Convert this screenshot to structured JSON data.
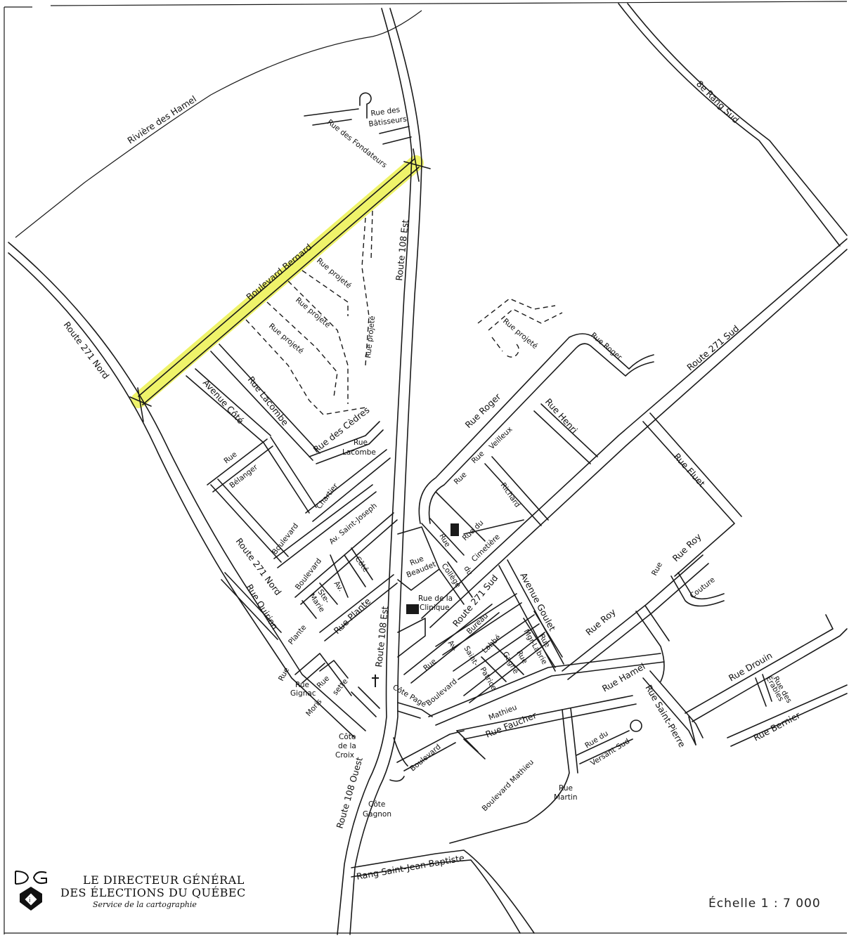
{
  "labels": {
    "riviere": "Rivière des Hamel",
    "rang8": "8e Rang Sud",
    "batisseurs1": "Rue des",
    "batisseurs2": "Bâtisseurs",
    "fondateurs": "Rue des Fondateurs",
    "route108est_top": "Route 108 Est",
    "boul_bernard": "Boulevard Bernard",
    "projete1": "Rue projeté",
    "projete2": "Rue projeté",
    "projete3": "Rue projeté",
    "projete4": "Rue projeté",
    "projete5": "Rue projeté",
    "route271nord_top": "Route 271 Nord",
    "avenue_cote": "Avenue Côté",
    "rue_lacombe": "Rue Lacombe",
    "rue_cedres": "Rue des Cèdres",
    "rue_lacombe2a": "Rue",
    "rue_lacombe2b": "Lacombe",
    "rue_roger_top": "Rue Roger",
    "route271sud_top": "Route 271 Sud",
    "rue_roger": "Rue Roger",
    "rue_henri": "Rue Henri",
    "rue_veilleux_a": "Rue",
    "rue_veilleux_b": "Veilleux",
    "rue_fluet": "Rue Fluet",
    "rue_belanger_a": "Rue",
    "rue_belanger_b": "Bélanger",
    "chartier": "Chartier",
    "av_st_joseph": "Av. Saint-Joseph",
    "rue_richard_a": "Rue",
    "rue_richard_b": "Richard",
    "rue_du": "Rue du",
    "rue_cim_a": "Rue",
    "cimetiere": "Cimetière",
    "du": "du",
    "boulevard1": "Boulevard",
    "boulevard2": "Boulevard",
    "cote": "Côté",
    "av": "Av.",
    "ste_marie_a": "Ste-",
    "ste_marie_b": "Marie",
    "route271nord_mid": "Route 271 Nord",
    "rue_quirion": "Rue Quirion",
    "plante": "Plante",
    "rue_plante": "Rue Plante",
    "rue_beaudet_a": "Rue",
    "rue_beaudet_b": "Beaudet",
    "college": "Collège",
    "rue_clinique_a": "Rue de la",
    "rue_clinique_b": "Clinique",
    "route108est_mid": "Route 108 Est",
    "route271sud_mid": "Route 271 Sud",
    "av_bureau_a": "Av.",
    "av_bureau_b": "Bureau",
    "avenue_goulet": "Avenue Goulet",
    "rue_roy_a": "Rue",
    "rue_roy_b": "Rue Roy",
    "couture": "Couture",
    "rue_roy_c": "Rue Roy",
    "rue_labbe": "Labbé",
    "saint": "Saint-",
    "patrice": "Patrice",
    "rue_mgr_a": "Rue",
    "rue_mgr_b": "Mgr-Labrie",
    "rue_gagne_a": "Rue",
    "rue_gagne_b": "Gagné",
    "rue_b": "Rue",
    "boulevard3": "Boulevard",
    "rue_hamel": "Rue Hamel",
    "rue_drouin": "Rue Drouin",
    "rue_erables_a": "Rue des",
    "rue_erables_b": "Érables",
    "rue_bernier": "Rue Bernier",
    "rue_st_pierre": "Rue Saint-Pierre",
    "rue_gignac_a": "Rue",
    "rue_gignac_b": "Gignac",
    "rue_c": "Rue",
    "rue_d": "Rue",
    "morissette_a": "Moris",
    "morissette_b": "sette",
    "cote_page": "Côte Pagé",
    "mathieu": "Mathieu",
    "rue_faucher": "Rue Faucher",
    "rue_du2": "Rue du",
    "versant_sud": "Versant Sud",
    "cote_croix_a": "Côte",
    "cote_croix_b": "de la",
    "cote_croix_c": "Croix",
    "boulevard4": "Boulevard",
    "boul_mathieu": "Boulevard Mathieu",
    "rue_martin_a": "Rue",
    "rue_martin_b": "Martin",
    "route108ouest": "Route 108 Ouest",
    "cote_gagnon_a": "Côte",
    "cote_gagnon_b": "Gagnon",
    "rang_st_jean": "Rang Saint-Jean-Baptiste"
  },
  "footer": {
    "org_line1": "LE DIRECTEUR GÉNÉRAL",
    "org_line2": "DES ÉLECTIONS DU QUÉBEC",
    "org_line3": "Service de la cartographie",
    "scale": "Échelle   1 : 7 000"
  },
  "colors": {
    "highlight": "#eef25a",
    "ink": "#1a1a1a"
  }
}
